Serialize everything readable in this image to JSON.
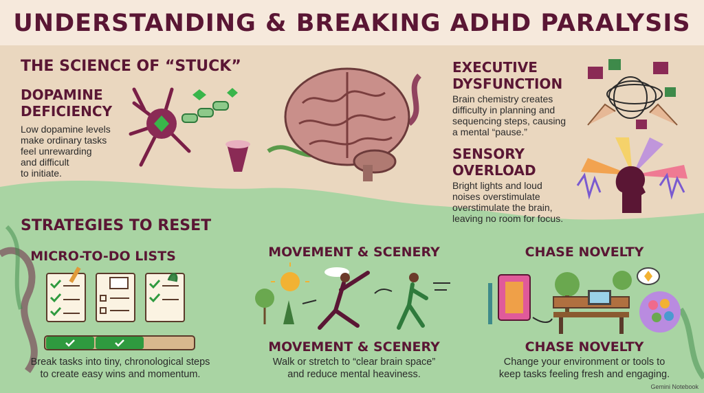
{
  "title": "UNDERSTANDING & BREAKING ADHD PARALYSIS",
  "science": {
    "heading": "THE SCIENCE OF “STUCK”",
    "dopamine": {
      "title_line1": "DOPAMINE",
      "title_line2": "DEFICIENCY",
      "text": [
        "Low dopamine levels",
        "make ordinary tasks",
        "feel unrewarding",
        "and difficult",
        "to initiate."
      ]
    },
    "executive": {
      "title_line1": "EXECUTIVE",
      "title_line2": "DYSFUNCTION",
      "text": [
        "Brain chemistry creates",
        "difficulty in planning and",
        "sequencing steps, causing",
        "a mental “pause.”"
      ]
    },
    "sensory": {
      "title_line1": "SENSORY",
      "title_line2": "OVERLOAD",
      "text": [
        "Bright lights and loud",
        "noises overstimulate",
        "overstimulate the brain,",
        "leaving no room for focus."
      ]
    }
  },
  "strategies": {
    "heading": "STRATEGIES TO RESET",
    "items": [
      {
        "top_title": "MICRO-TO-DO LISTS",
        "bottom_title": "",
        "text": [
          "Break tasks into tiny, chronological steps",
          "to create easy wins and momentum."
        ]
      },
      {
        "top_title": "MOVEMENT & SCENERY",
        "bottom_title": "MOVEMENT & SCENERY",
        "text": [
          "Walk or stretch to “clear brain space”",
          "and reduce mental heaviness."
        ]
      },
      {
        "top_title": "CHASE NOVELTY",
        "bottom_title": "CHASE NOVELTY",
        "text": [
          "Change your environment or tools to",
          "keep tasks feeling fresh and engaging."
        ]
      }
    ],
    "progress": {
      "segments_done": 2,
      "segments_total": 3
    }
  },
  "footer": "Gemini Notebook",
  "colors": {
    "maroon": "#5a1634",
    "green": "#a8d3a1",
    "tan": "#ead7bf",
    "check": "#2f9a3f"
  }
}
